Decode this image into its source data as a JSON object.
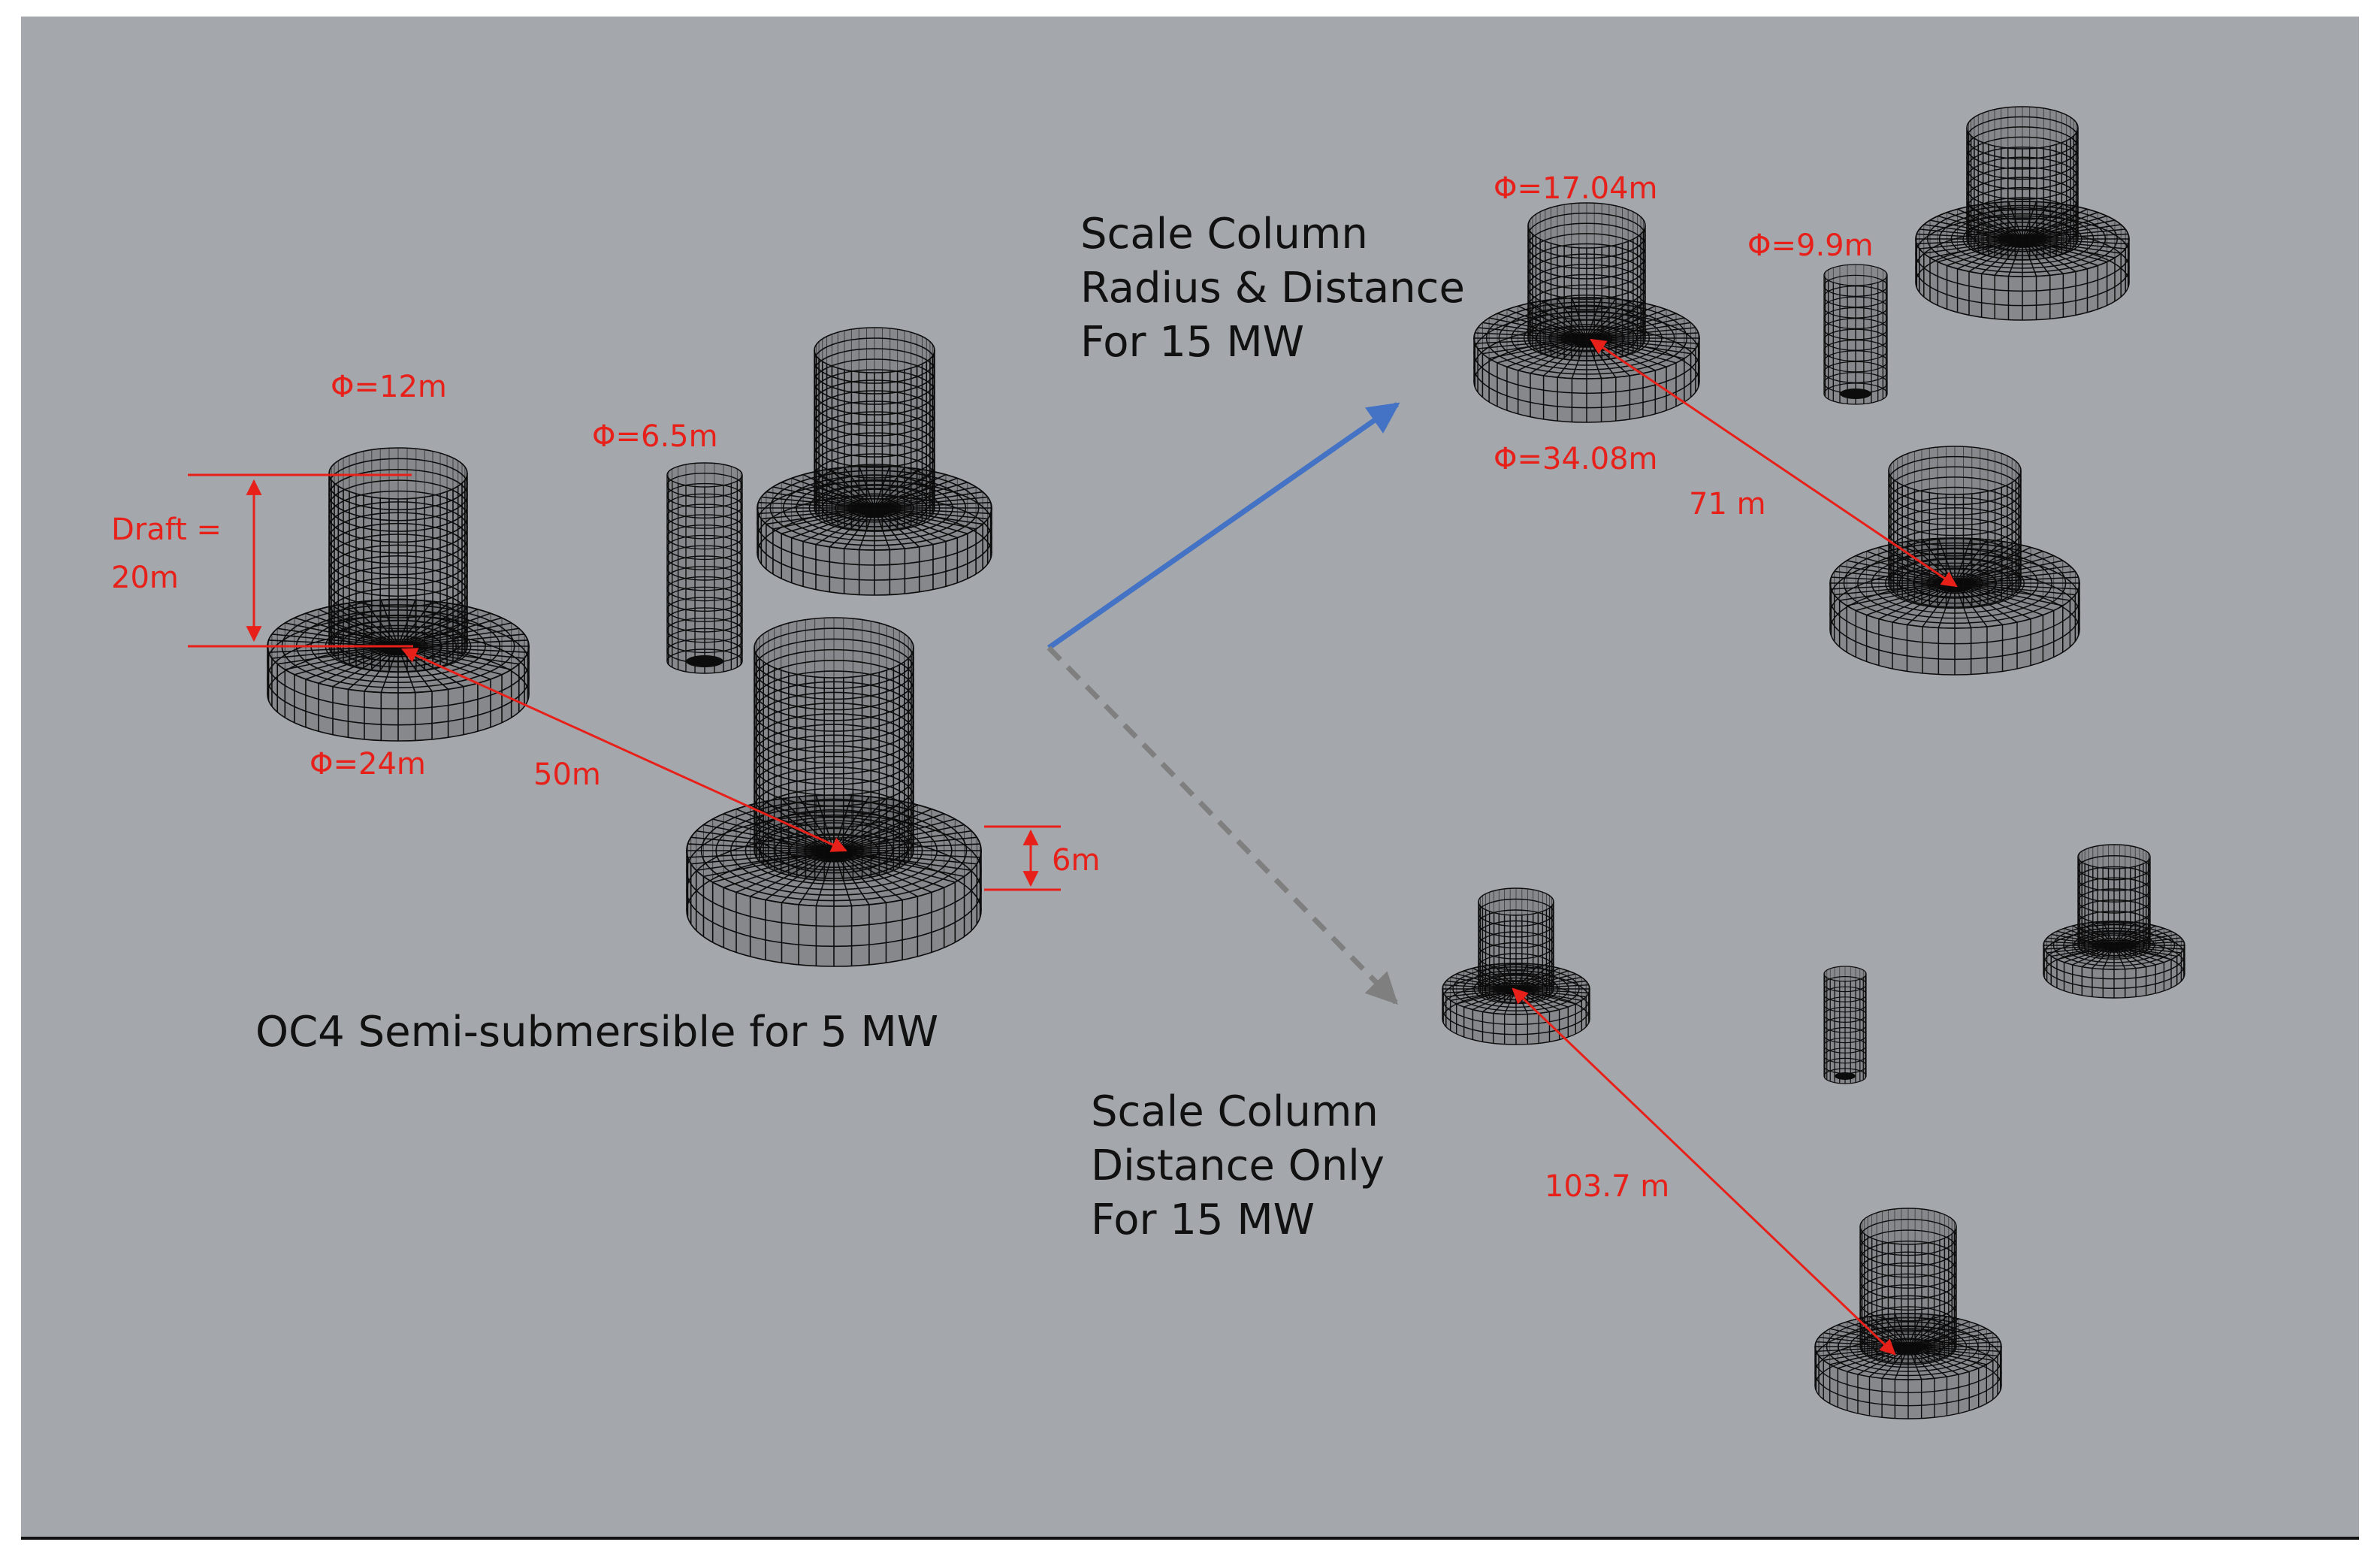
{
  "labels": {
    "phi_12": "Φ=12m",
    "phi_6_5": "Φ=6.5m",
    "draft_line1": "Draft =",
    "draft_line2": "20m",
    "phi_24": "Φ=24m",
    "dist_50": "50m",
    "h_6": "6m",
    "oc4_caption": "OC4 Semi-submersible for 5 MW",
    "phi_17_04": "Φ=17.04m",
    "phi_9_9": "Φ=9.9m",
    "phi_34_08": "Φ=34.08m",
    "dist_71": "71 m",
    "dist_103_7": "103.7 m",
    "top_caption": [
      "Scale Column",
      "Radius & Distance",
      "For 15 MW"
    ],
    "bottom_caption": [
      "Scale Column",
      "Distance Only",
      "For 15 MW"
    ]
  },
  "colors": {
    "canvas_bg": "#a4a7ab",
    "annotation_red": "#e8201a",
    "mesh_black": "#0c0c0c",
    "arrow_blue": "#4472c4",
    "arrow_gray": "#7f7f7f"
  }
}
